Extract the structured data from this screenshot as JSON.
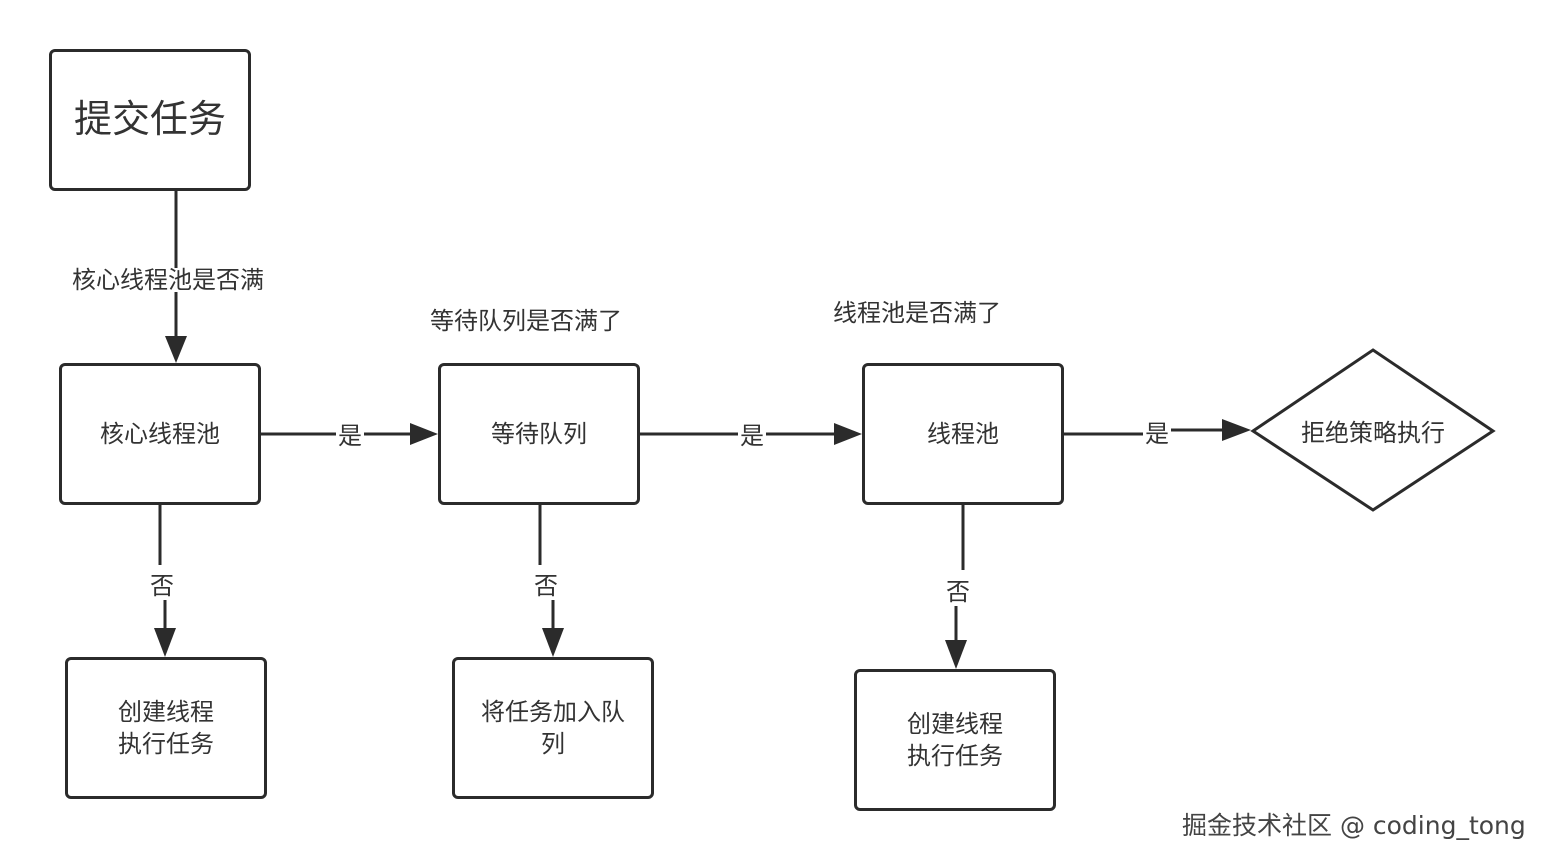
{
  "nodes": {
    "submit": "提交任务",
    "core_pool": "核心线程池",
    "wait_queue": "等待队列",
    "thread_pool": "线程池",
    "reject": "拒绝策略执行",
    "create_thread_1": "创建线程\n执行任务",
    "enqueue_task": "将任务加入队\n列",
    "create_thread_2": "创建线程\n执行任务"
  },
  "edge_labels": {
    "core_full": "核心线程池是否满",
    "queue_full": "等待队列是否满了",
    "pool_full": "线程池是否满了",
    "yes_1": "是",
    "yes_2": "是",
    "yes_3": "是",
    "no_1": "否",
    "no_2": "否",
    "no_3": "否"
  },
  "watermark": "掘金技术社区 @ coding_tong",
  "colors": {
    "stroke": "#2b2b2b",
    "text": "#333333",
    "background": "#ffffff"
  }
}
